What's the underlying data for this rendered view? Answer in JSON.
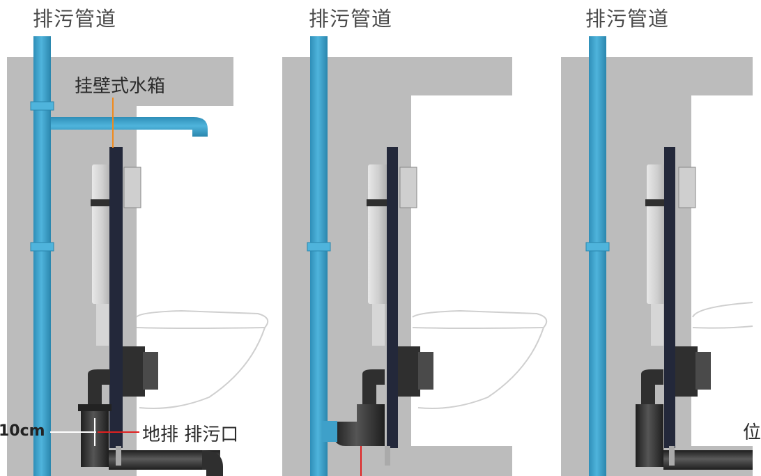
{
  "panels": [
    {
      "title": "排污管道"
    },
    {
      "title": "排污管道"
    },
    {
      "title": "排污管道"
    }
  ],
  "labels": {
    "tank": "挂壁式水箱",
    "drain": "地排 排污口",
    "dimension": "10cm",
    "cut_text": "位"
  },
  "colors": {
    "pipe_blue": "#3ea0c9",
    "wall_gray": "#bcbcbc",
    "frame_dark": "#23283a",
    "drain_black": "#2f2f2f",
    "annot_red": "#e02020",
    "annot_orange": "#f08a1c"
  }
}
